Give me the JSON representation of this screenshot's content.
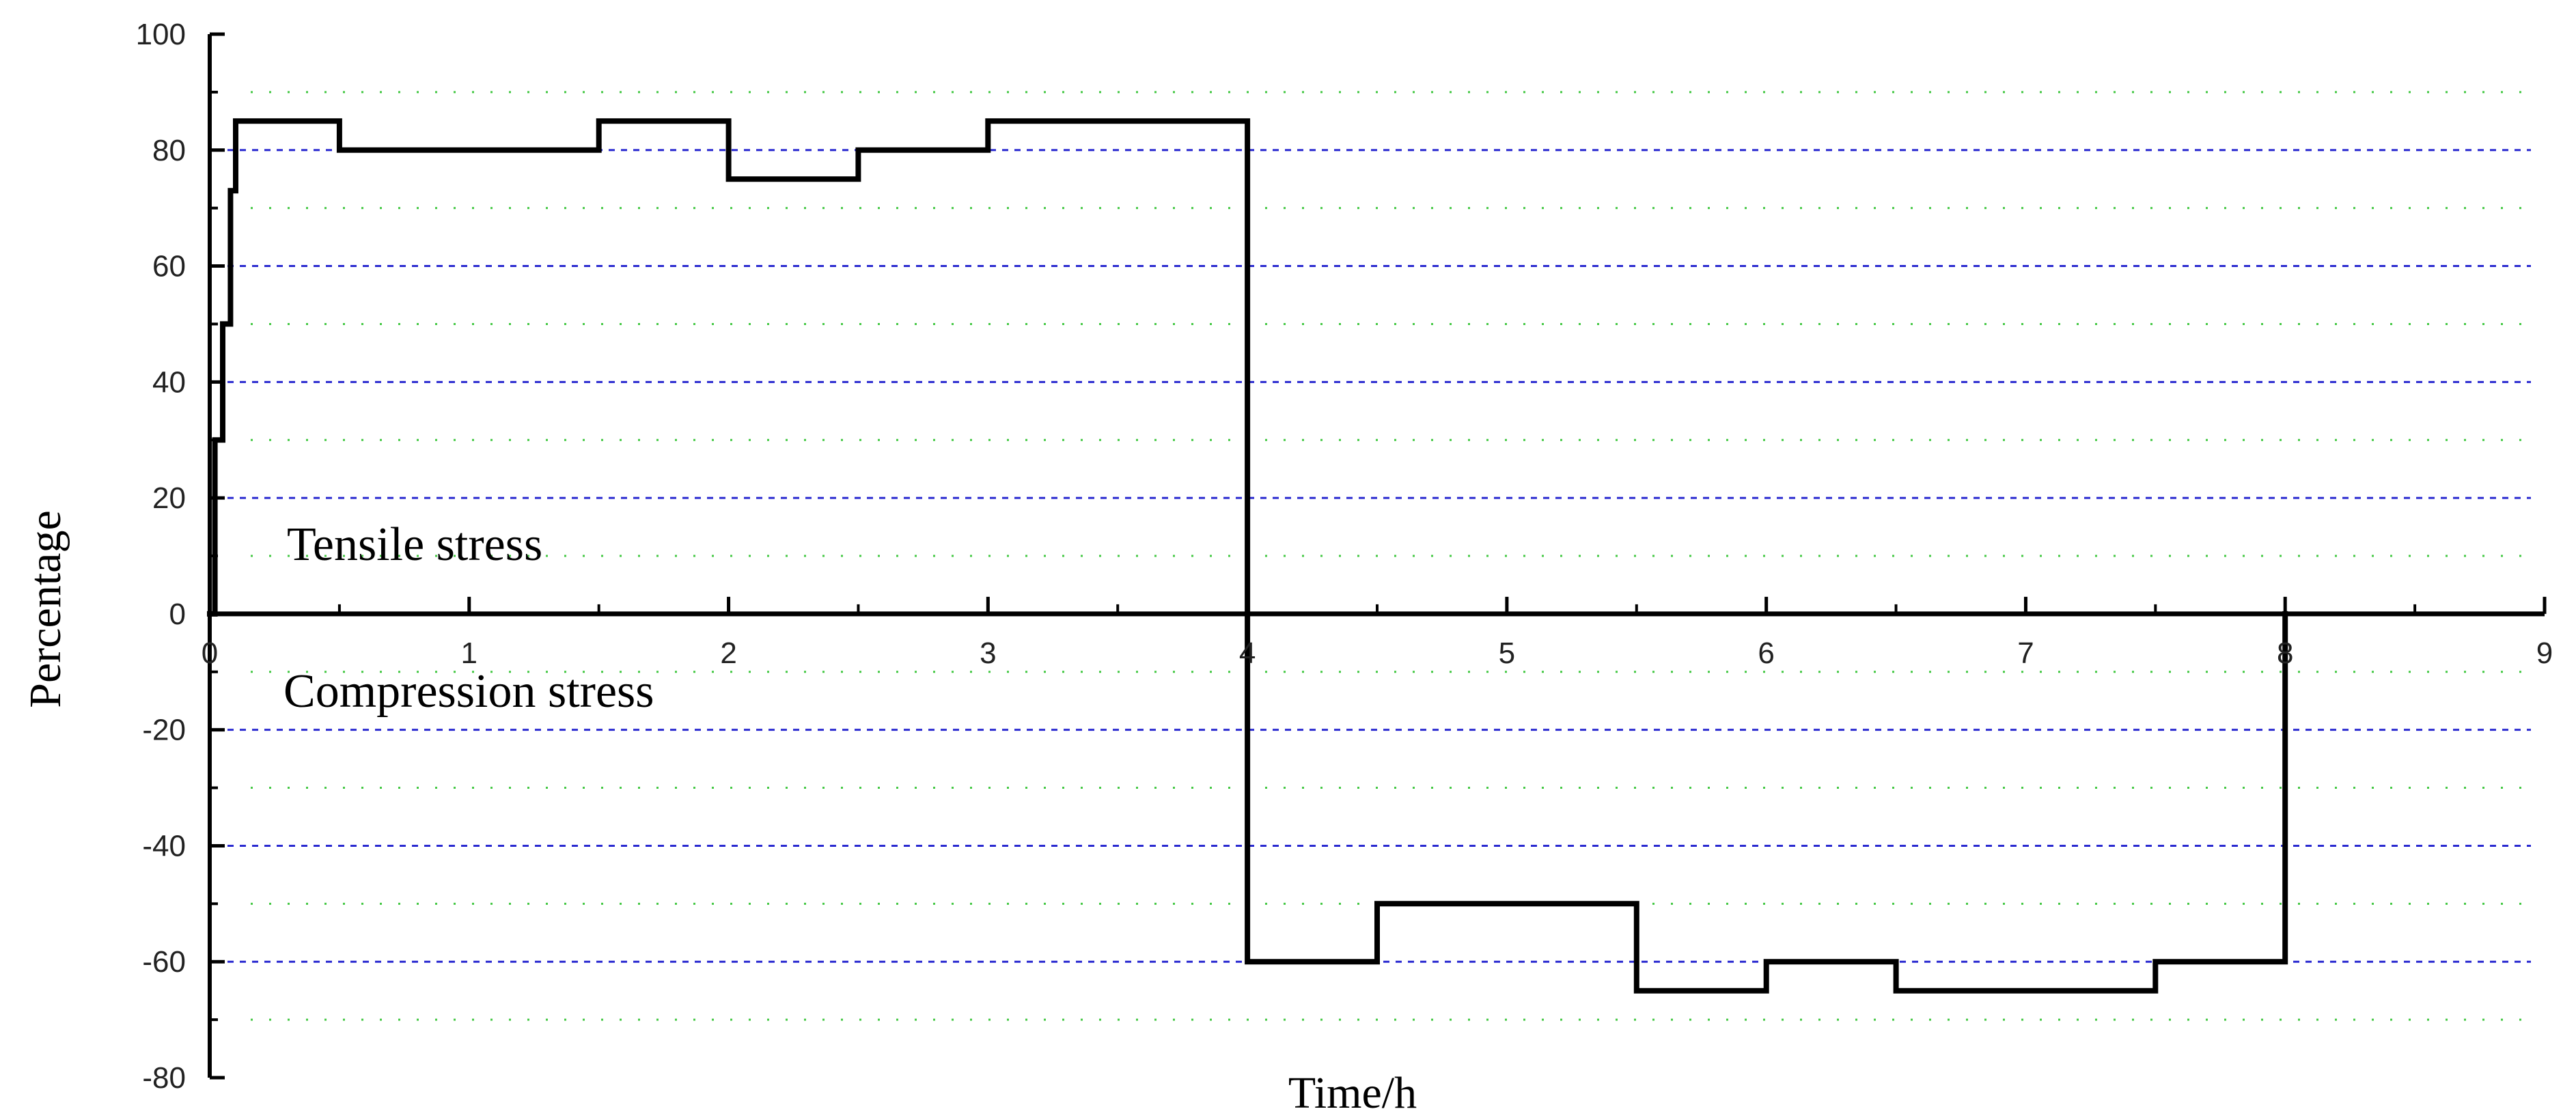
{
  "chart_data": {
    "type": "line",
    "title": "",
    "xlabel": "Time/h",
    "ylabel": "Percentage",
    "xlim": [
      0,
      9
    ],
    "ylim": [
      -80,
      100
    ],
    "x_ticks": [
      "0",
      "1",
      "2",
      "3",
      "4",
      "5",
      "6",
      "7",
      "8",
      "9"
    ],
    "y_ticks": [
      "100",
      "80",
      "60",
      "40",
      "20",
      "0",
      "-20",
      "-40",
      "-60",
      "-80"
    ],
    "grid": {
      "major": true,
      "minor": true
    },
    "annotations": {
      "tensile": "Tensile stress",
      "compression": "Compression stress"
    },
    "series": [
      {
        "style": "step",
        "color": "#000000",
        "x": [
          0,
          0.02,
          0.02,
          0.05,
          0.05,
          0.08,
          0.08,
          0.1,
          0.1,
          0.5,
          0.5,
          1.5,
          1.5,
          2.0,
          2.0,
          2.5,
          2.5,
          3.0,
          3.0,
          4.0,
          4.0,
          4.5,
          4.5,
          5.5,
          5.5,
          6.0,
          6.0,
          6.5,
          6.5,
          7.5,
          7.5,
          8.0,
          8.0
        ],
        "y": [
          0,
          0,
          30,
          30,
          50,
          50,
          73,
          73,
          85,
          85,
          80,
          80,
          85,
          85,
          75,
          75,
          80,
          80,
          85,
          85,
          -60,
          -60,
          -50,
          -50,
          -65,
          -65,
          -60,
          -60,
          -65,
          -65,
          -60,
          -60,
          0
        ]
      }
    ]
  },
  "colors": {
    "major_grid": "#2a2ad0",
    "minor_grid": "#44c844",
    "axis": "#000000",
    "line": "#000000"
  }
}
